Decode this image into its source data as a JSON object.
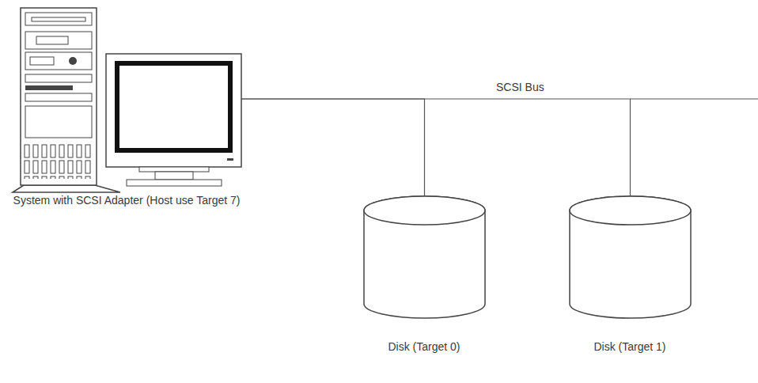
{
  "diagram": {
    "nodes": [
      {
        "text": [
          "System with SCSI Adapter (Host use Target 7)"
        ]
      },
      {
        "text": [
          "Disk (Target 0)"
        ]
      },
      {
        "text": [
          "Disk (Target 1)"
        ]
      }
    ],
    "edges": [
      {
        "from": 0,
        "to": 1,
        "arrow": "none"
      },
      {
        "from": 0,
        "to": 2,
        "arrow": "none"
      }
    ],
    "labels": [
      "SCSI Bus"
    ]
  }
}
